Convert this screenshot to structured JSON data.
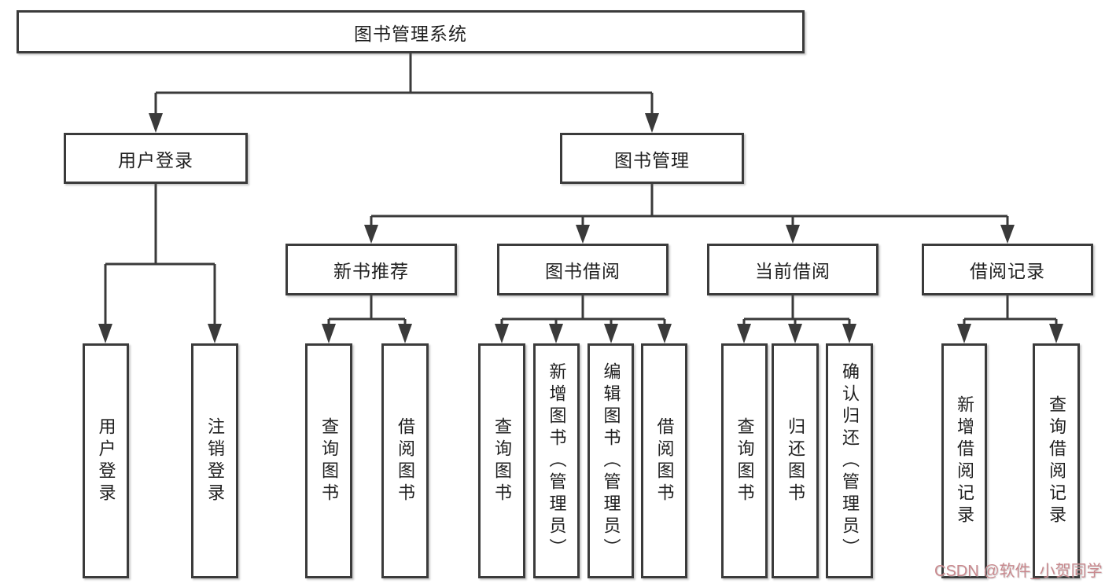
{
  "root_label": "图书管理系统",
  "level2": {
    "user_login": "用户登录",
    "book_management": "图书管理"
  },
  "level3": {
    "new_book_recommend": "新书推荐",
    "book_borrow": "图书借阅",
    "current_borrow": "当前借阅",
    "borrow_records": "借阅记录"
  },
  "leaves": {
    "user": [
      "用户登录",
      "注销登录"
    ],
    "newbooks": [
      "查询图书",
      "借阅图书"
    ],
    "borrow": [
      "查询图书",
      "新增图书（管理员）",
      "编辑图书（管理员）",
      "借阅图书"
    ],
    "current": [
      "查询图书",
      "归还图书",
      "确认归还（管理员）"
    ],
    "records": [
      "新增借阅记录",
      "查询借阅记录"
    ]
  },
  "watermark": "CSDN @软件_小贺同学",
  "colors": {
    "line": "#3a3a3a",
    "border": "#3b3b3b",
    "text": "#1f1f1f",
    "watermark": "#c9898e",
    "background": "#ffffff"
  }
}
